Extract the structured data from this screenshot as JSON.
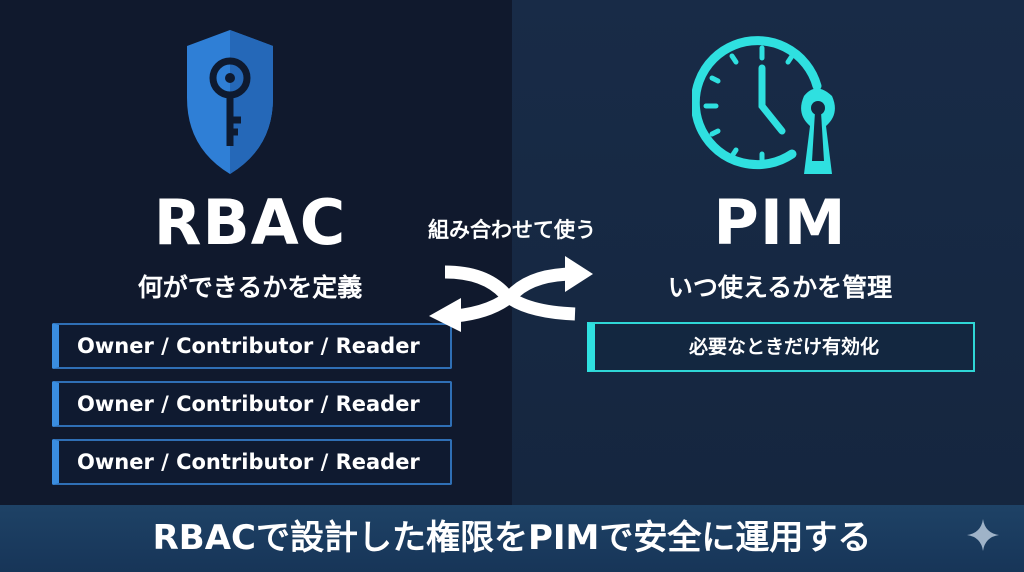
{
  "rbac": {
    "title": "RBAC",
    "subtitle": "何ができるかを定義",
    "roles": [
      "Owner / Contributor / Reader",
      "Owner / Contributor / Reader",
      "Owner / Contributor / Reader"
    ],
    "icon": "shield-key-icon"
  },
  "pim": {
    "title": "PIM",
    "subtitle": "いつ使えるかを管理",
    "box_label": "必要なときだけ有効化",
    "icon": "clock-lock-icon"
  },
  "connector": {
    "label": "組み合わせて使う",
    "icon": "shuffle-arrows-icon"
  },
  "footer": {
    "text": "RBACで設計した権限をPIMで安全に運用する"
  },
  "colors": {
    "rbac_accent": "#3a8de0",
    "pim_accent": "#2fe0e0"
  }
}
